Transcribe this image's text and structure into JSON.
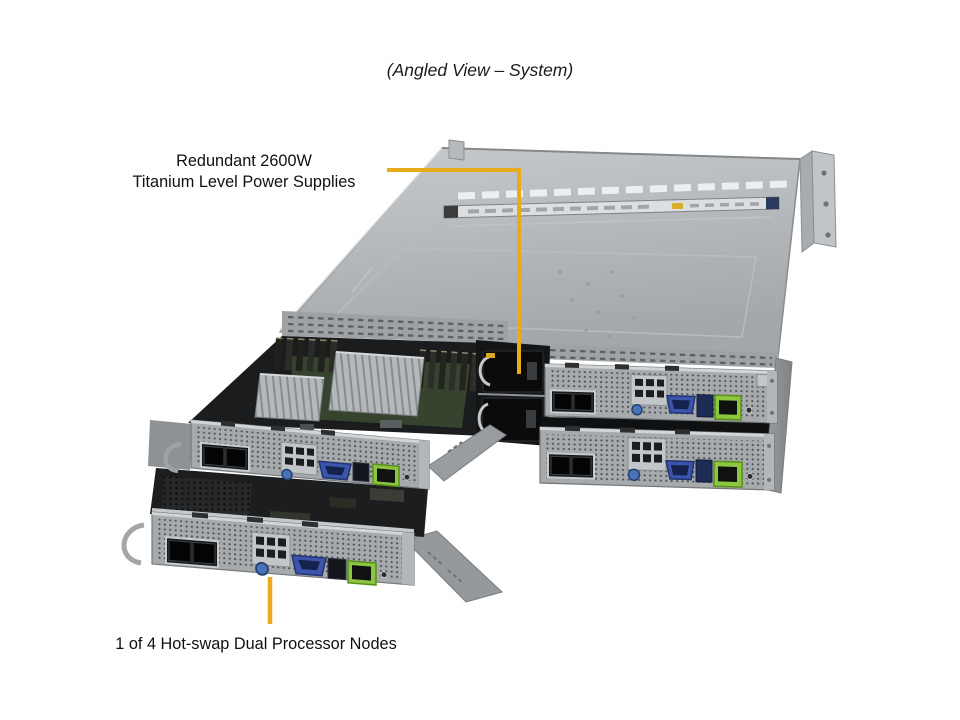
{
  "title": "(Angled View – System)",
  "callouts": {
    "psu": {
      "line1": "Redundant 2600W",
      "line2": "Titanium Level Power Supplies"
    },
    "node": {
      "label": "1 of 4 Hot-swap Dual Processor Nodes"
    }
  },
  "colors": {
    "background": "#ffffff",
    "callout_line": "#E9AB1E",
    "text": "#111111",
    "chassis_light": "#c9ccce",
    "chassis_dark": "#9ea2a5",
    "lan_green": "#8dc63f",
    "vga_blue": "#3c55ac"
  }
}
